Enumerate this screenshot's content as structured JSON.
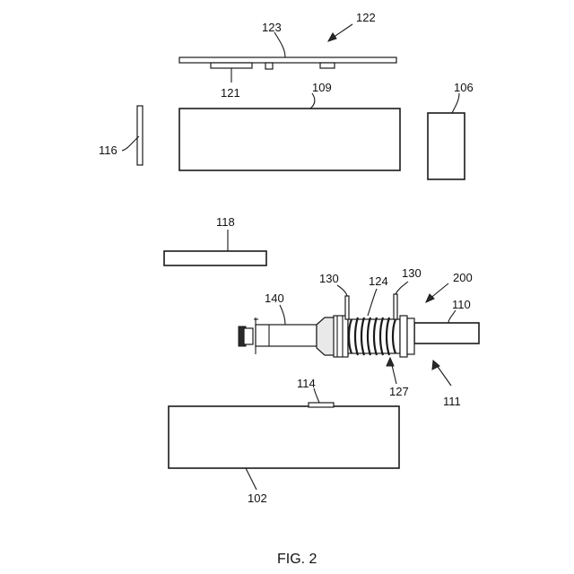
{
  "figure": {
    "caption": "FIG. 2",
    "labels": {
      "l122": "122",
      "l123": "123",
      "l121": "121",
      "l109": "109",
      "l106": "106",
      "l116": "116",
      "l118": "118",
      "l130a": "130",
      "l130b": "130",
      "l124": "124",
      "l200": "200",
      "l140": "140",
      "l110": "110",
      "l127": "127",
      "l111": "111",
      "l114": "114",
      "l102": "102"
    }
  }
}
